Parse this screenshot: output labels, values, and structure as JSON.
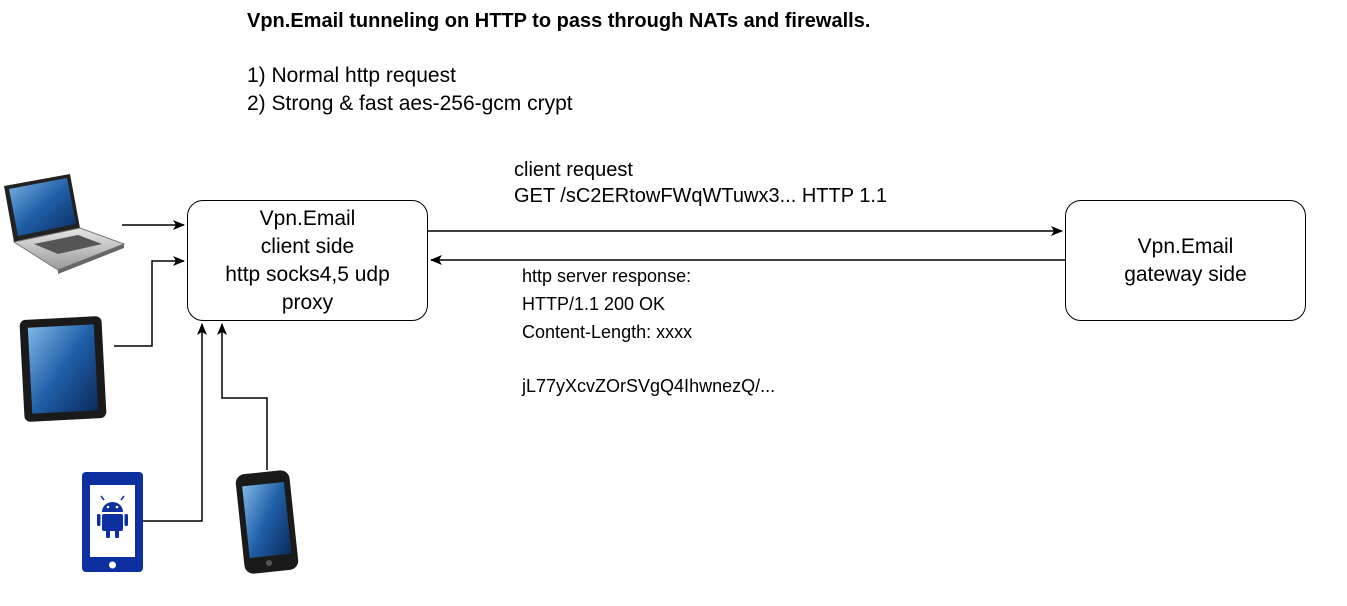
{
  "title": "Vpn.Email tunneling on HTTP to pass through NATs and firewalls.",
  "features": [
    "1) Normal http request",
    "2) Strong & fast aes-256-gcm crypt"
  ],
  "client_node": {
    "lines": [
      "Vpn.Email",
      "client side",
      "http socks4,5 udp",
      "proxy"
    ]
  },
  "gateway_node": {
    "lines": [
      "Vpn.Email",
      "gateway side"
    ]
  },
  "client_request": {
    "label": "client request",
    "line": "GET /sC2ERtowFWqWTuwx3...  HTTP 1.1"
  },
  "server_response": {
    "label": "http server response:",
    "status": "HTTP/1.1 200 OK",
    "header": "Content-Length: xxxx",
    "body": "jL77yXcvZOrSVgQ4IhwnezQ/..."
  },
  "devices": [
    "laptop-icon",
    "tablet-icon",
    "android-phone-icon",
    "iphone-icon"
  ]
}
